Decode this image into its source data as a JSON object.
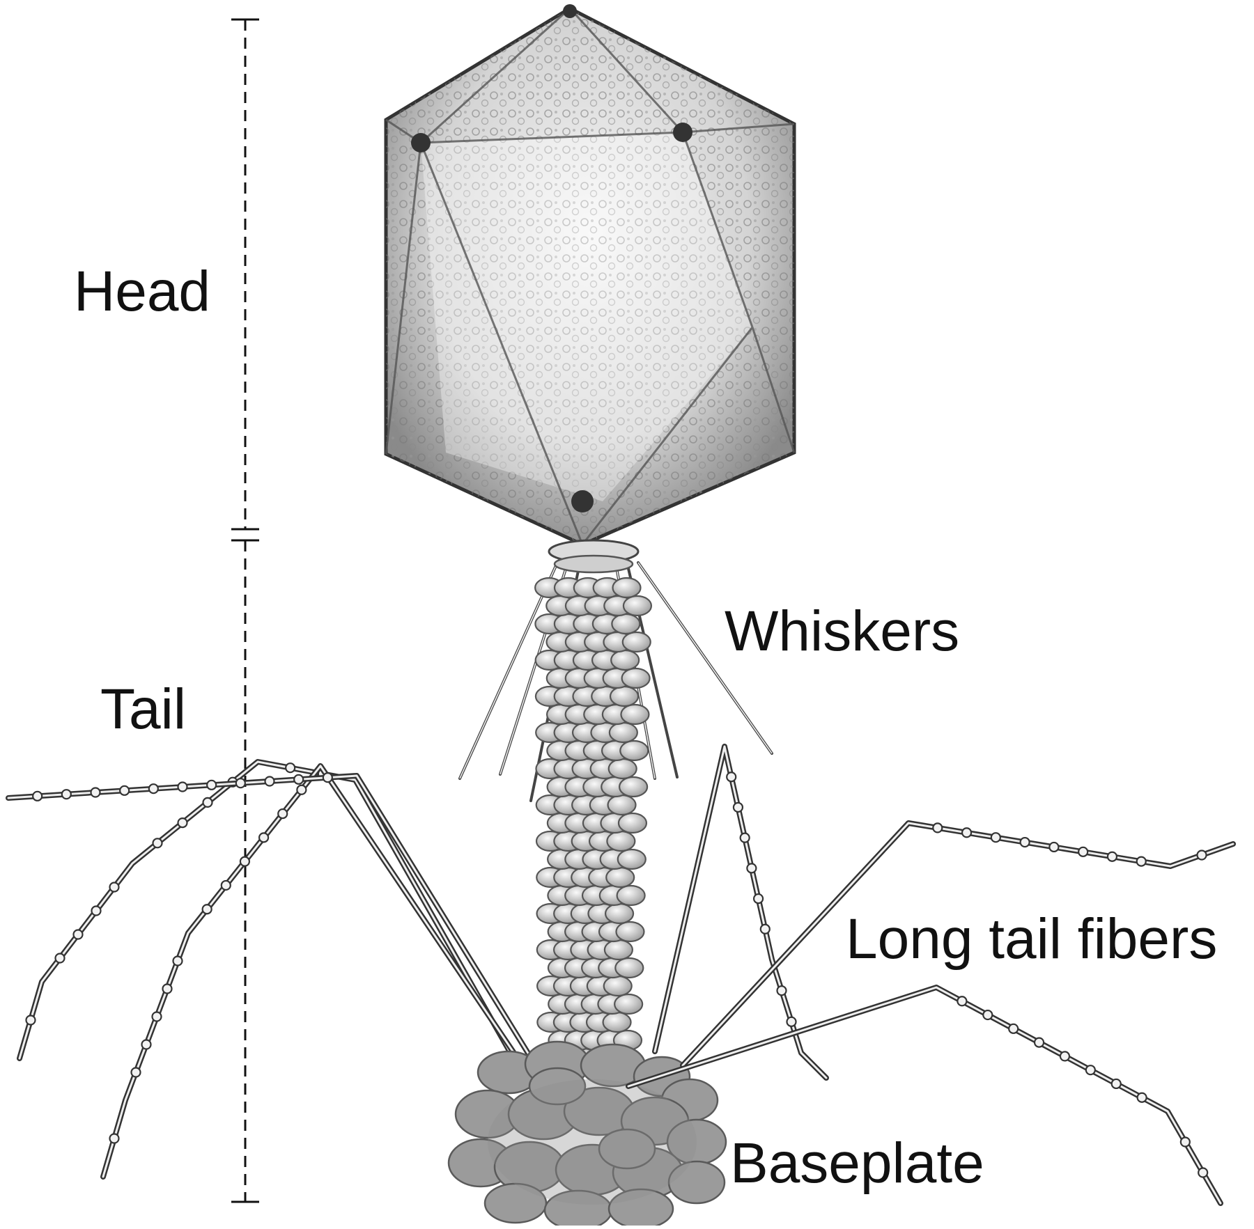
{
  "labels": {
    "head": "Head",
    "tail": "Tail",
    "whiskers": "Whiskers",
    "long_tail_fibers": "Long tail fibers",
    "baseplate": "Baseplate"
  },
  "colors": {
    "background": "#ffffff",
    "ink": "#111111",
    "capsid_fill": "#d9d9d9",
    "sheath_fill": "#e6e6e6",
    "baseplate_fill": "#8c8c8c"
  }
}
